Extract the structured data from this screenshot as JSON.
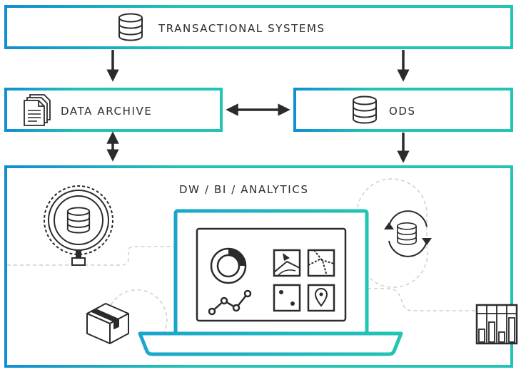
{
  "nodes": {
    "transactional": {
      "label": "TRANSACTIONAL SYSTEMS",
      "icon": "database-icon"
    },
    "archive": {
      "label": "DATA ARCHIVE",
      "icon": "documents-icon"
    },
    "ods": {
      "label": "ODS",
      "icon": "database-icon"
    },
    "dw": {
      "label": "DW / BI / ANALYTICS"
    }
  },
  "edges": [
    {
      "from": "transactional",
      "to": "archive",
      "direction": "one-way"
    },
    {
      "from": "transactional",
      "to": "ods",
      "direction": "one-way"
    },
    {
      "from": "archive",
      "to": "ods",
      "direction": "two-way"
    },
    {
      "from": "archive",
      "to": "dw",
      "direction": "two-way"
    },
    {
      "from": "ods",
      "to": "dw",
      "direction": "one-way"
    }
  ],
  "icons": {
    "search": "database-search-icon",
    "sync": "database-sync-icon",
    "package": "package-box-icon",
    "laptop": "laptop-icon",
    "donut": "donut-chart-icon",
    "line": "line-chart-icon",
    "map": "map-icon",
    "dotted_map": "dotted-map-icon",
    "dice": "dice-icon",
    "location": "location-pin-icon",
    "bar": "bar-chart-icon"
  },
  "colors": {
    "box_stroke_start": "#0f8fd2",
    "box_stroke_end": "#22c4b4",
    "ink": "#2b2b2b",
    "dashed": "#c8c8c8"
  }
}
